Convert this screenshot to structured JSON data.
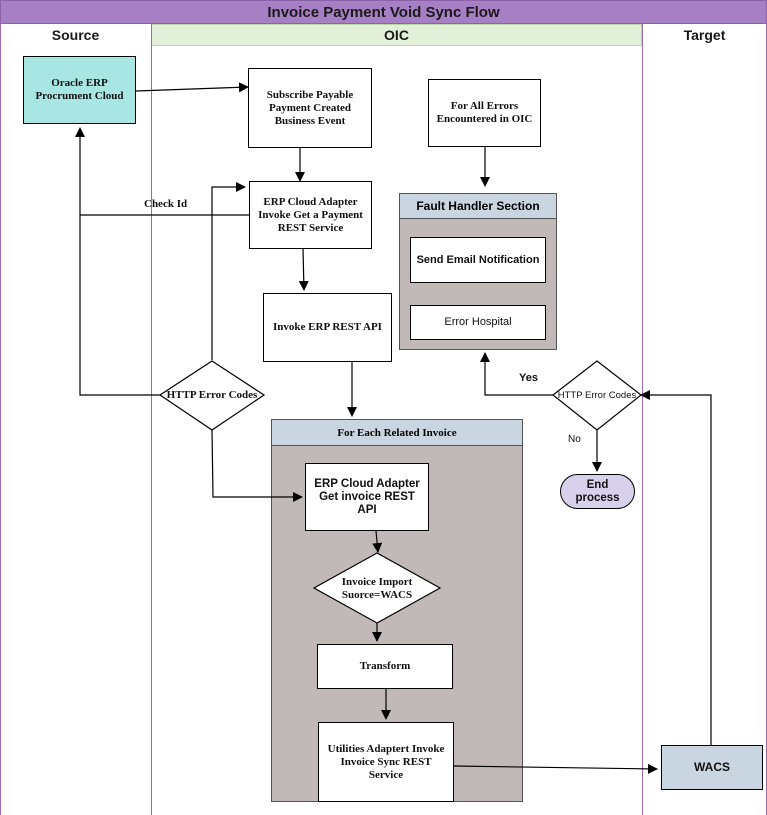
{
  "title": "Invoice Payment Void Sync Flow",
  "lanes": {
    "source": "Source",
    "oic": "OIC",
    "target": "Target"
  },
  "nodes": {
    "oracle_erp": "Oracle ERP Procrument Cloud",
    "subscribe": "Subscribe Payable Payment Created Business Event",
    "all_errors": "For All Errors Encountered in OIC",
    "erp_adapter_payment": "ERP Cloud Adapter Invoke Get a Payment REST Service",
    "fault_handler": "Fault Handler Section",
    "send_email": "Send Email Notification",
    "error_hospital": "Error Hospital",
    "invoke_erp_rest": "Invoke ERP REST API",
    "http_error_left": "HTTP Error Codes",
    "http_error_right": "HTTP Error Codes",
    "for_each": "For Each Related Invoice",
    "erp_adapter_invoice": "ERP Cloud Adapter Get invoice REST API",
    "invoice_import": "Invoice Import Suorce=WACS",
    "transform": "Transform",
    "utilities": "Utilities Adaptert Invoke Invoice Sync REST Service",
    "end_process": "End process",
    "wacs": "WACS"
  },
  "edge_labels": {
    "check_id": "Check Id",
    "yes": "Yes",
    "no": "No"
  },
  "colors": {
    "title_bar": "#a77fc4",
    "lane_border": "#9b6bb0",
    "oic_header": "#e2efd9",
    "source_box": "#a8e6e4",
    "group_header": "#c9d6e1",
    "group_body": "#c1b9b8",
    "wacs_box": "#c9d6e1",
    "end_process": "#d8d1ec"
  }
}
